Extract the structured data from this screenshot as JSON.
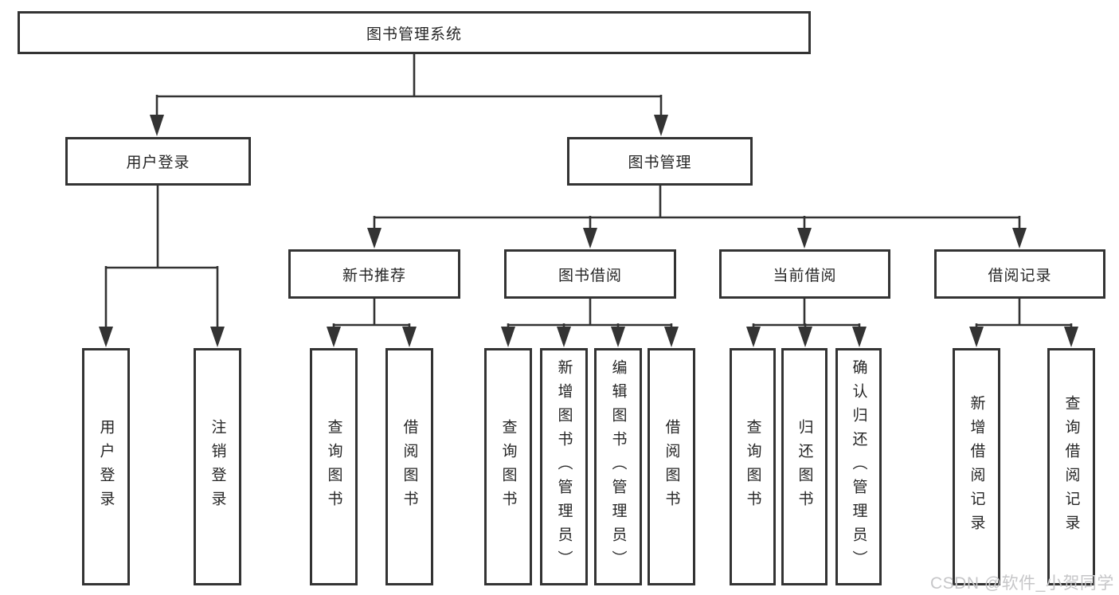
{
  "diagram": {
    "title": "图书管理系统",
    "type": "hierarchy-tree",
    "nodes": {
      "root": {
        "label": "图书管理系统"
      },
      "user_login": {
        "label": "用户登录",
        "parent": "图书管理系统"
      },
      "book_management": {
        "label": "图书管理",
        "parent": "图书管理系统"
      },
      "new_book_recommend": {
        "label": "新书推荐",
        "parent": "图书管理"
      },
      "book_borrowing": {
        "label": "图书借阅",
        "parent": "图书管理"
      },
      "current_borrowing": {
        "label": "当前借阅",
        "parent": "图书管理"
      },
      "borrowing_records": {
        "label": "借阅记录",
        "parent": "图书管理"
      },
      "leaves": [
        {
          "label": "用户登录",
          "parent": "用户登录"
        },
        {
          "label": "注销登录",
          "parent": "用户登录"
        },
        {
          "label": "查询图书",
          "parent": "新书推荐"
        },
        {
          "label": "借阅图书",
          "parent": "新书推荐"
        },
        {
          "label": "查询图书",
          "parent": "图书借阅"
        },
        {
          "label": "新增图书（管理员）",
          "parent": "图书借阅"
        },
        {
          "label": "编辑图书（管理员）",
          "parent": "图书借阅"
        },
        {
          "label": "借阅图书",
          "parent": "图书借阅"
        },
        {
          "label": "查询图书",
          "parent": "当前借阅"
        },
        {
          "label": "归还图书",
          "parent": "当前借阅"
        },
        {
          "label": "确认归还（管理员）",
          "parent": "当前借阅"
        },
        {
          "label": "新增借阅记录",
          "parent": "借阅记录"
        },
        {
          "label": "查询借阅记录",
          "parent": "借阅记录"
        }
      ]
    },
    "colors": {
      "line": "#333333",
      "box_border": "#333333",
      "text": "#262626",
      "background": "#ffffff",
      "watermark": "#c6c6c8"
    }
  },
  "watermark": {
    "text": "CSDN @软件_小贺同学"
  }
}
